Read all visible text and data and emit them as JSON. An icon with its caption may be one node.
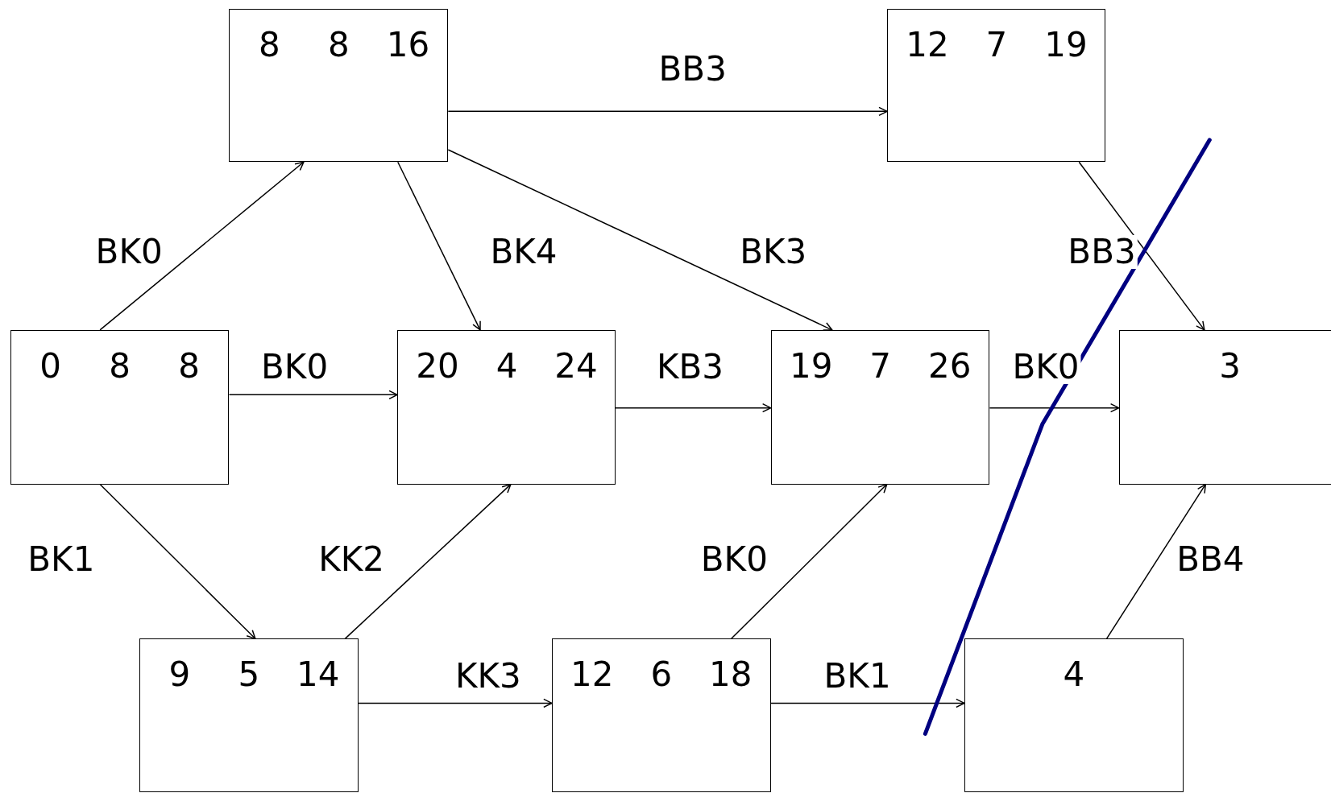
{
  "diagram": {
    "nodes": [
      {
        "text": [
          "8",
          "8",
          "16"
        ]
      },
      {
        "text": [
          "12",
          "7",
          "19"
        ]
      },
      {
        "text": [
          "0",
          "8",
          "8"
        ]
      },
      {
        "text": [
          "20",
          "4",
          "24"
        ]
      },
      {
        "text": [
          "19",
          "7",
          "26"
        ]
      },
      {
        "text": [
          "3"
        ]
      },
      {
        "text": [
          "9",
          "5",
          "14"
        ]
      },
      {
        "text": [
          "12",
          "6",
          "18"
        ]
      },
      {
        "text": [
          "4"
        ]
      }
    ],
    "edges": [
      {
        "from": 2,
        "to": 0,
        "arrow": "to",
        "label": "BK0"
      },
      {
        "from": 2,
        "to": 3,
        "arrow": "to",
        "label": "BK0"
      },
      {
        "from": 2,
        "to": 6,
        "arrow": "to",
        "label": "BK1"
      },
      {
        "from": 0,
        "to": 1,
        "arrow": "to",
        "label": "BB3"
      },
      {
        "from": 0,
        "to": 3,
        "arrow": "to",
        "label": "BK4"
      },
      {
        "from": 0,
        "to": 4,
        "arrow": "to",
        "label": "BK3"
      },
      {
        "from": 1,
        "to": 5,
        "arrow": "to",
        "label": "BB3"
      },
      {
        "from": 3,
        "to": 4,
        "arrow": "to",
        "label": "KB3"
      },
      {
        "from": 4,
        "to": 5,
        "arrow": "to",
        "label": "BK0"
      },
      {
        "from": 6,
        "to": 3,
        "arrow": "to",
        "label": "KK2"
      },
      {
        "from": 6,
        "to": 7,
        "arrow": "to",
        "label": "KK3"
      },
      {
        "from": 7,
        "to": 4,
        "arrow": "to",
        "label": "BK0"
      },
      {
        "from": 7,
        "to": 8,
        "arrow": "to",
        "label": "BK1"
      },
      {
        "from": 8,
        "to": 5,
        "arrow": "to",
        "label": "BB4"
      }
    ]
  }
}
